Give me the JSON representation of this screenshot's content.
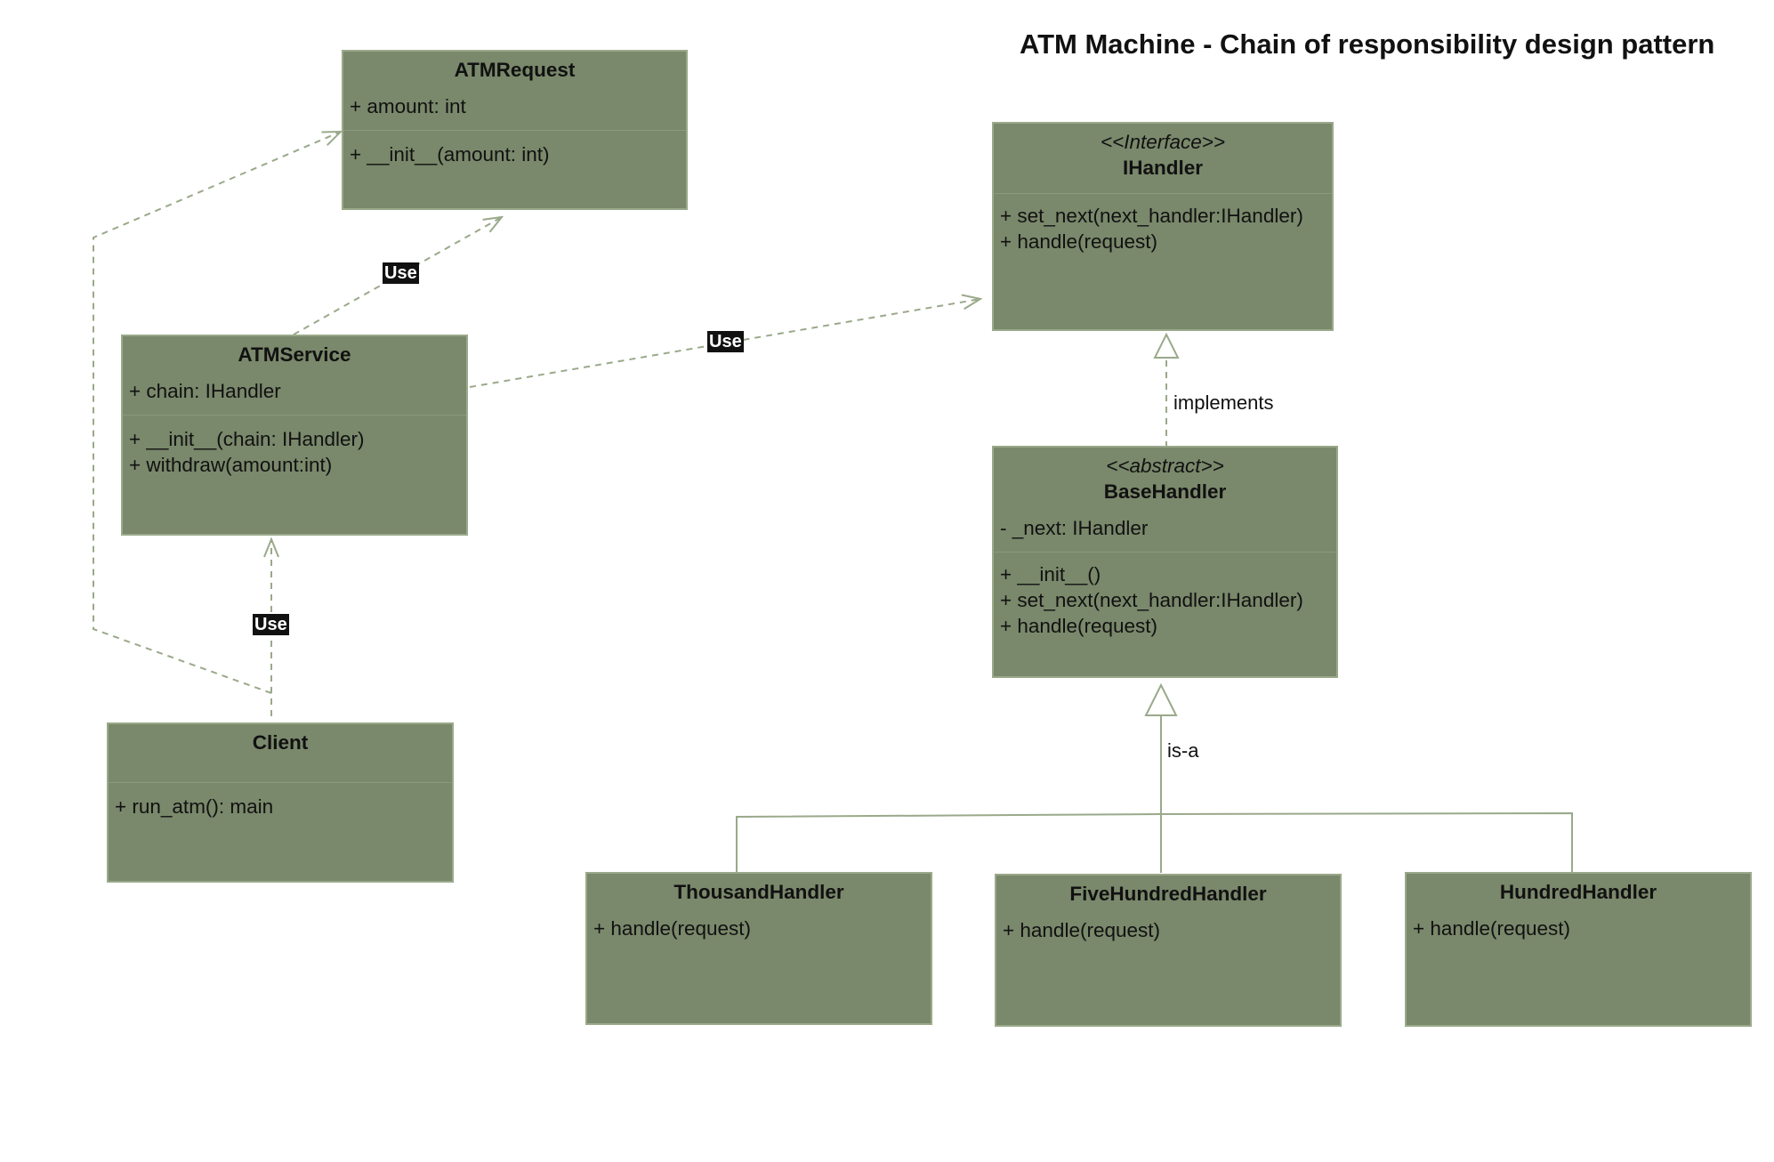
{
  "title": "ATM Machine - Chain of responsibility design pattern",
  "classes": {
    "atm_request": {
      "name": "ATMRequest",
      "attributes": [
        "+ amount: int"
      ],
      "methods": [
        "+ __init__(amount: int)"
      ]
    },
    "atm_service": {
      "name": "ATMService",
      "attributes": [
        "+ chain: IHandler"
      ],
      "methods": [
        "+ __init__(chain: IHandler)",
        "+ withdraw(amount:int)"
      ]
    },
    "client": {
      "name": "Client",
      "methods": [
        "+ run_atm(): main"
      ]
    },
    "ihandler": {
      "stereotype": "<<Interface>>",
      "name": "IHandler",
      "methods": [
        "+ set_next(next_handler:IHandler)",
        "+ handle(request)"
      ]
    },
    "base_handler": {
      "stereotype": "<<abstract>>",
      "name": "BaseHandler",
      "attributes": [
        "- _next: IHandler"
      ],
      "methods": [
        "+ __init__()",
        "+ set_next(next_handler:IHandler)",
        "+ handle(request)"
      ]
    },
    "thousand_handler": {
      "name": "ThousandHandler",
      "methods": [
        "+ handle(request)"
      ]
    },
    "five_hundred_handler": {
      "name": "FiveHundredHandler",
      "methods": [
        "+ handle(request)"
      ]
    },
    "hundred_handler": {
      "name": "HundredHandler",
      "methods": [
        "+ handle(request)"
      ]
    }
  },
  "edge_labels": {
    "service_to_request": "Use",
    "service_to_ihandler": "Use",
    "client_to_service": "Use",
    "implements": "implements",
    "is_a": "is-a"
  },
  "colors": {
    "box_fill": "#7a886b",
    "box_border": "#9aa98a",
    "edge": "#9aa98a"
  }
}
